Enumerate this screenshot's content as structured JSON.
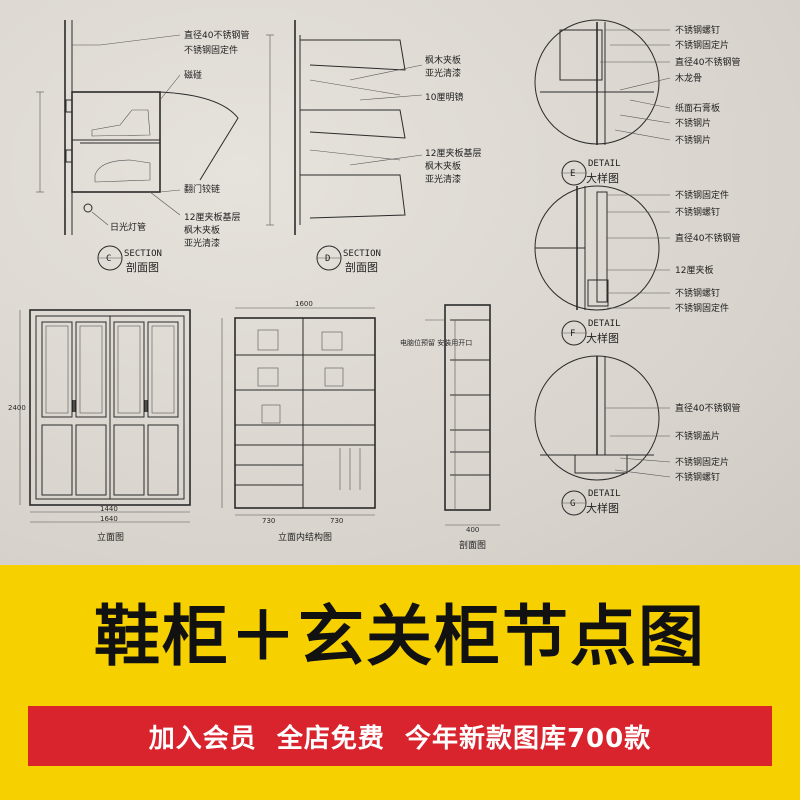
{
  "banner": {
    "title": "鞋柜＋玄关柜节点图",
    "promo": "加入会员  全店免费  今年新款图库700款",
    "background_color": "#f7d000",
    "promo_color": "#d9232d"
  },
  "drawing_c": {
    "labels": [
      "直径40不锈钢管",
      "不锈钢固定件",
      "磁碰",
      "翻门铰链",
      "日光灯管",
      "12厘夹板基层",
      "枫木夹板",
      "亚光清漆"
    ],
    "section_code": "C",
    "section_word": "SECTION",
    "section_title": "剖面图"
  },
  "drawing_d": {
    "labels": [
      "枫木夹板",
      "亚光清漆",
      "10厘明镜",
      "12厘夹板基层",
      "枫木夹板",
      "亚光清漆"
    ],
    "section_code": "D",
    "section_word": "SECTION",
    "section_title": "剖面图"
  },
  "detail_e": {
    "labels": [
      "不锈钢螺钉",
      "不锈钢固定片",
      "直径40不锈钢管",
      "木龙骨",
      "纸面石膏板",
      "不锈钢片",
      "不锈钢片"
    ],
    "code": "E",
    "detail_word": "DETAIL",
    "title": "大样图"
  },
  "detail_f": {
    "labels": [
      "不锈钢固定件",
      "不锈钢螺钉",
      "直径40不锈钢管",
      "12厘夹板",
      "不锈钢螺钉",
      "不锈钢固定件"
    ],
    "code": "F",
    "detail_word": "DETAIL",
    "title": "大样图"
  },
  "detail_g": {
    "labels": [
      "直径40不锈钢管",
      "不锈钢盖片",
      "不锈钢固定片",
      "不锈钢螺钉"
    ],
    "code": "G",
    "detail_word": "DETAIL",
    "title": "大样图"
  },
  "elevation": {
    "title": "立面图",
    "dims": [
      "1440",
      "1640",
      "2400"
    ]
  },
  "interior": {
    "title": "立面内结构图",
    "dims": [
      "1600",
      "730",
      "730"
    ]
  },
  "side": {
    "title": "剖面图",
    "note": "电脑位预留 安装用开口",
    "dims": [
      "400"
    ]
  }
}
